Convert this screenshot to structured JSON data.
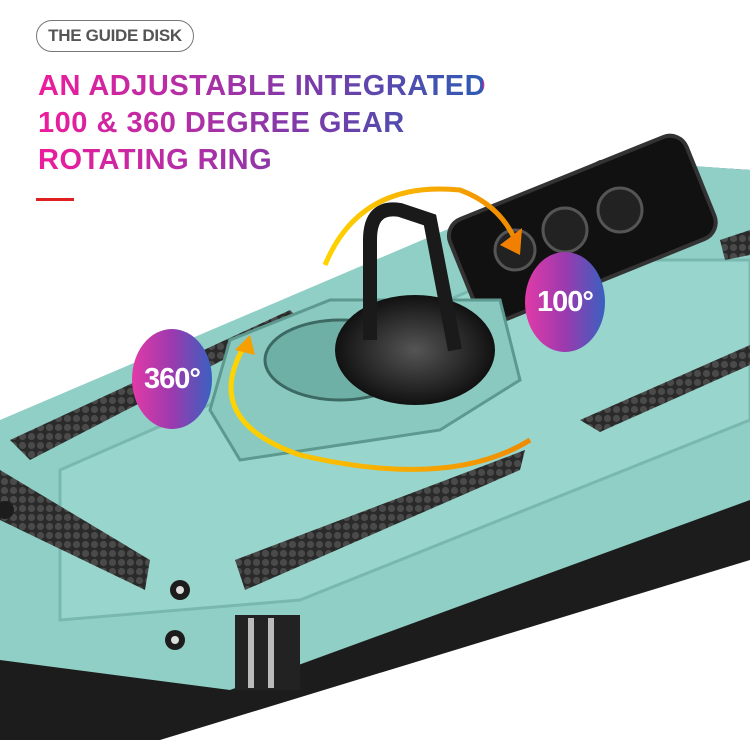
{
  "label_pill": "THE GUIDE DISK",
  "headline": {
    "lines": [
      "AN ADJUSTABLE INTEGRATED",
      "100 & 360 DEGREE GEAR",
      "ROTATING RING"
    ]
  },
  "badges": {
    "rotation": "360°",
    "tilt": "100°"
  },
  "colors": {
    "case": "#8fcfc6",
    "case_dark": "#6fb0a6",
    "bumper": "#1c1c1c",
    "arrow": "#f5b800",
    "accent_rule": "#e02020",
    "gradient_start": "#ee1c9c",
    "gradient_end": "#2e5bb3"
  }
}
